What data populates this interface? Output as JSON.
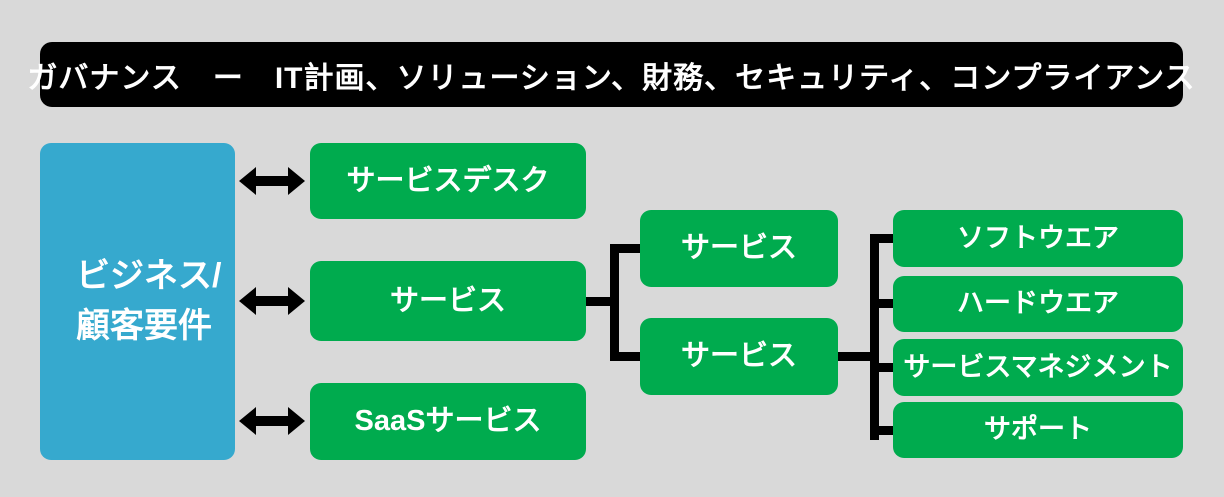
{
  "banner": {
    "label": "ガバナンス　ー　IT計画、ソリューション、財務、セキュリティ、コンプライアンス"
  },
  "root": {
    "label": "ビジネス/\n顧客要件"
  },
  "level1": [
    {
      "label": "サービスデスク"
    },
    {
      "label": "サービス"
    },
    {
      "label": "SaaSサービス"
    }
  ],
  "level2": [
    {
      "label": "サービス"
    },
    {
      "label": "サービス"
    }
  ],
  "level3": [
    {
      "label": "ソフトウエア"
    },
    {
      "label": "ハードウエア"
    },
    {
      "label": "サービスマネジメント"
    },
    {
      "label": "サポート"
    }
  ],
  "icons": {
    "double_arrow": "left-right-arrow"
  },
  "colors": {
    "background": "#D9D9D9",
    "node_green": "#00AB4E",
    "node_blue": "#36A9CE",
    "banner_black": "#000000",
    "connector_black": "#000000",
    "text_white": "#FFFFFF"
  }
}
